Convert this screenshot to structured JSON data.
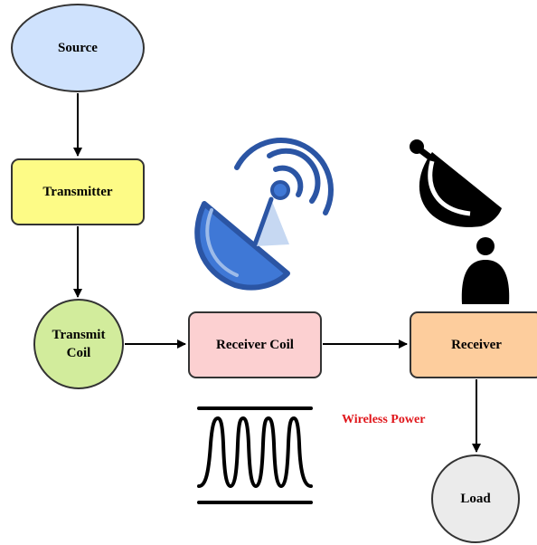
{
  "nodes": {
    "source": "Source",
    "transmitter": "Transmitter",
    "transmit_coil_line1": "Transmit",
    "transmit_coil_line2": "Coil",
    "receiver_coil": "Receiver Coil",
    "receiver": "Receiver",
    "load": "Load"
  },
  "annotation": "Wireless Power",
  "icons": {
    "left": "satellite-dish-icon",
    "right": "satellite-dish-icon",
    "signal": "waveform-icon"
  },
  "colors": {
    "source": "#cfe2fd",
    "transmitter": "#fdfb86",
    "transmit_coil": "#d2ec9c",
    "receiver_coil": "#fcd0d1",
    "receiver": "#fdcd9d",
    "load": "#ebebeb",
    "annotation": "#e0161b",
    "dish_blue": "#3f78d6"
  }
}
